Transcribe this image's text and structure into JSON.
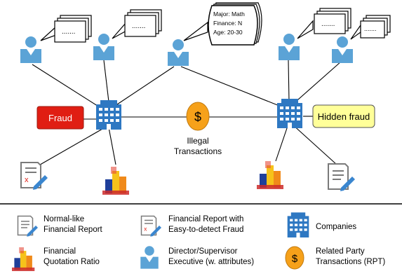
{
  "bubbles": {
    "dots": ".......",
    "attr_major": "Major: Math",
    "attr_finance": "Finance: N",
    "attr_age": "Age: 20-30"
  },
  "badges": {
    "fraud": "Fraud",
    "hidden_fraud": "Hidden fraud"
  },
  "transaction": {
    "symbol": "$",
    "label_line1": "Illegal",
    "label_line2": "Transactions"
  },
  "legend": {
    "normal_report": [
      "Normal-like",
      "Financial Report"
    ],
    "fraud_report": [
      "Financial Report with",
      "Easy-to-detect Fraud"
    ],
    "companies": "Companies",
    "quotation": [
      "Financial",
      "Quotation Ratio"
    ],
    "director": [
      "Director/Supervisor",
      "Executive (w. attributes)"
    ],
    "rpt_symbol": "$",
    "rpt": [
      "Related Party",
      "Transactions (RPT)"
    ]
  },
  "colors": {
    "person": "#5BA3D6",
    "building": "#2E78C2",
    "fraud_badge": "#E01E13",
    "hidden_badge": "#FFFF99",
    "coin": "#F6A11A",
    "report_pen": "#3A86CF"
  }
}
